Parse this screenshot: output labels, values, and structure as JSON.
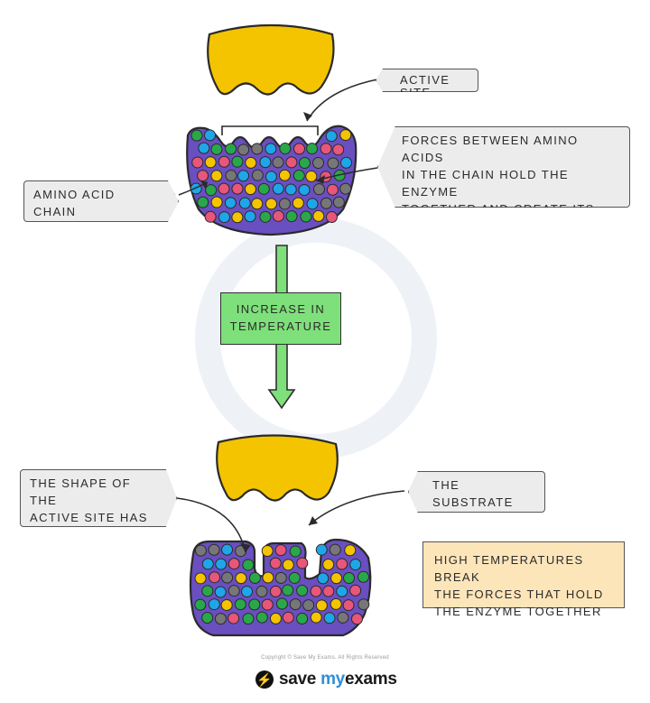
{
  "labels": {
    "active_site": "ACTIVE  SITE",
    "forces": "FORCES  BETWEEN  AMINO  ACIDS\nIN  THE  CHAIN  HOLD  THE  ENZYME\nTOGETHER  AND  CREATE  ITS\nUNIQUE  SHAPE",
    "amino_chain": "AMINO  ACID  CHAIN\nMAKING  UP  ENZYME",
    "increase_temp": "INCREASE  IN\nTEMPERATURE",
    "shape_distorted": "THE  SHAPE  OF  THE\nACTIVE  SITE  HAS\nBEEN  DISTORTED",
    "substrate_no_fit": "THE  SUBSTRATE\nNO  LONGER  FITS",
    "high_temps": "HIGH  TEMPERATURES  BREAK\nTHE  FORCES  THAT  HOLD\nTHE  ENZYME  TOGETHER"
  },
  "footer": {
    "copyright": "Copyright © Save My Exams. All Rights Reserved",
    "brand_save": "save",
    "brand_my": "my",
    "brand_exams": "exams"
  },
  "colors": {
    "substrate": "#f5c400",
    "enzyme": "#6a4fc0",
    "arrow": "#7ee07a",
    "atom_palette": [
      "#29a84a",
      "#e8567a",
      "#1fa6e8",
      "#f5c400",
      "#777777"
    ]
  }
}
